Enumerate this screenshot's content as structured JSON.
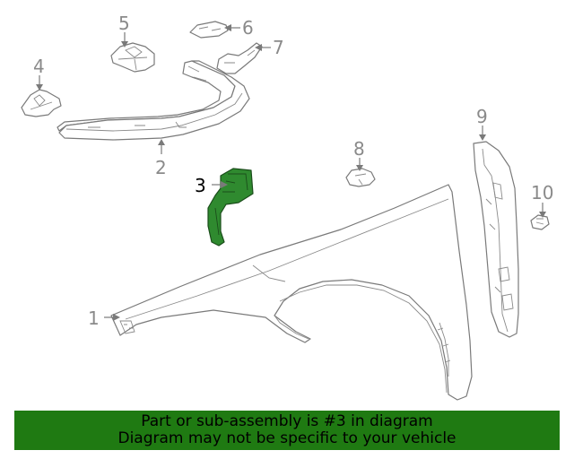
{
  "callouts": {
    "c1": "1",
    "c2": "2",
    "c3": "3",
    "c4": "4",
    "c5": "5",
    "c6": "6",
    "c7": "7",
    "c8": "8",
    "c9": "9",
    "c10": "10"
  },
  "highlighted_part": "3",
  "colors": {
    "highlight_part": "#2f8a2f",
    "banner_background": "#1f7a12",
    "line_art": "#7a7a7a"
  },
  "banner": {
    "line1": "Part or sub-assembly is #3 in diagram",
    "line2": "Diagram may not be specific to your vehicle"
  }
}
